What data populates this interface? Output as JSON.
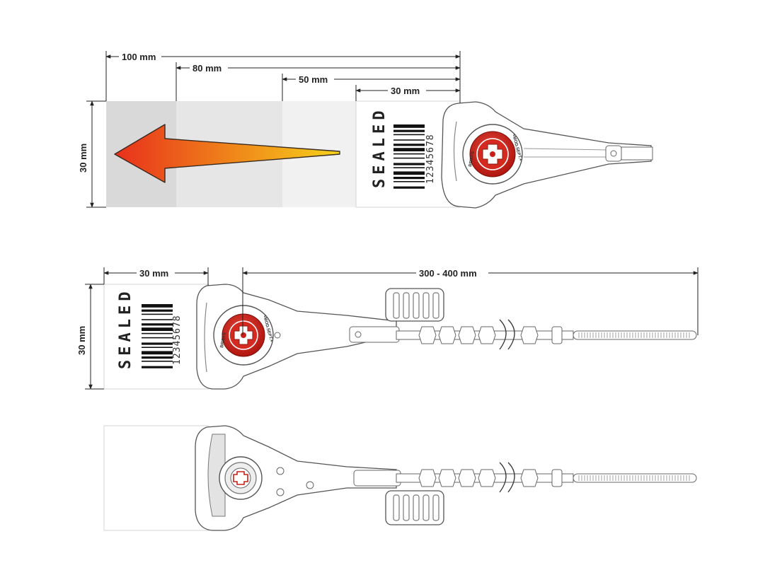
{
  "top_view": {
    "dims": {
      "d100": "100 mm",
      "d80": "80 mm",
      "d50": "50 mm",
      "d30": "30 mm",
      "height": "30 mm"
    },
    "sealed": "SEALED",
    "serial": "12345678",
    "lock_brand_left": "BRIEFS",
    "lock_brand_right": "+MOD.SEPT.+"
  },
  "middle_view": {
    "dims": {
      "width": "30 mm",
      "length": "300 - 400 mm",
      "height": "30 mm"
    },
    "sealed": "SEALED",
    "serial": "12345678",
    "lock_brand_left": "BRIEFS",
    "lock_brand_right": "+MOD.SEPT.+"
  },
  "colors": {
    "arrow_start": "#e8301c",
    "arrow_end": "#f5d21a",
    "lock_red": "#c8201a",
    "shade_dark": "#d9d9d9",
    "shade_mid": "#e6e6e6",
    "shade_light": "#f1f1f1"
  }
}
